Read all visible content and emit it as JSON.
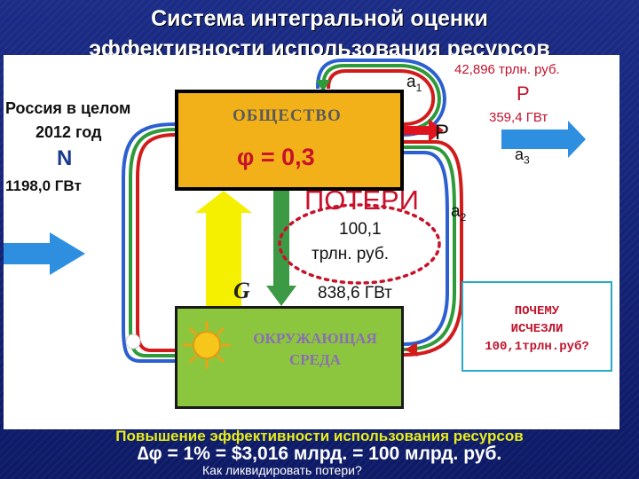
{
  "title": {
    "line1": "Система интегральной оценки",
    "line2": "эффективности использования ресурсов"
  },
  "russia": {
    "line1": "Россия в целом",
    "line2": "2012 год",
    "symbol": "N",
    "power": "1198,0 ГВт"
  },
  "society": {
    "label": "ОБЩЕСТВО",
    "phi": "φ = 0,3"
  },
  "labels": {
    "a1_base": "a",
    "a1_sub": "1",
    "a2_base": "a",
    "a2_sub": "2",
    "a3_base": "a",
    "a3_sub": "3",
    "p_left": "P",
    "p_right": "P",
    "value_trln": "42,896 трлн. руб.",
    "power_right": "359,4 ГВт",
    "g": "G",
    "power_838": "838,6 ГВт"
  },
  "losses": {
    "title": "ПОТЕРИ",
    "value": "100,1",
    "unit": "трлн. руб."
  },
  "environment": {
    "line1": "ОКРУЖАЮЩАЯ",
    "line2": "СРЕДА"
  },
  "why_box": {
    "line1": "ПОЧЕМУ",
    "line2": "ИСЧЕЗЛИ",
    "line3": "100,1трлн.руб?"
  },
  "footer": {
    "line1": "Повышение эффективности использования ресурсов",
    "line2": "∆φ = 1% = $3,016 млрд. = 100 млрд. руб.",
    "line3": "Как ликвидировать потери?"
  },
  "colors": {
    "background": "#0f1d6e",
    "society": "#f2b118",
    "environment": "#8cc63e",
    "arrow_blue": "#2e8fe0",
    "arrow_yellow": "#f4f000",
    "loss_red": "#c8112b",
    "footer_yellow": "#e8ec1a"
  },
  "icons": [
    "arrow-right-icon",
    "arrow-up-icon",
    "arrow-down-icon",
    "sun-icon"
  ]
}
